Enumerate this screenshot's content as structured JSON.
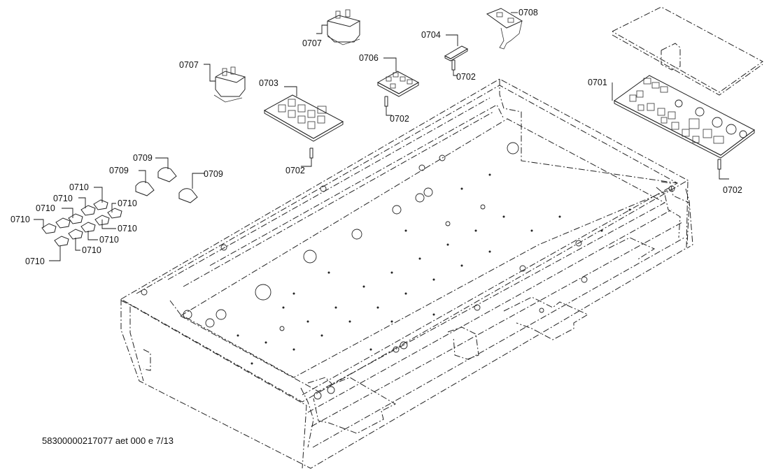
{
  "diagram": {
    "document_id": "58300000217077 aet 000 e 7/13",
    "part_labels": {
      "board_0701": "0701",
      "standoff_board_0701": "0702",
      "standoff_board_0703": "0702",
      "standoff_board_0706": "0702",
      "standoff_board_0704": "0702",
      "board_0703": "0703",
      "board_0704": "0704",
      "board_0706": "0706",
      "transformer_left": "0707",
      "transformer_top": "0707",
      "board_0708": "0708",
      "clip_a": "0709",
      "clip_b": "0709",
      "clip_c": "0709",
      "clip_01": "0710",
      "clip_02": "0710",
      "clip_03": "0710",
      "clip_04": "0710",
      "clip_05": "0710",
      "clip_06": "0710",
      "clip_07": "0710",
      "clip_08": "0710",
      "clip_09": "0710"
    }
  }
}
